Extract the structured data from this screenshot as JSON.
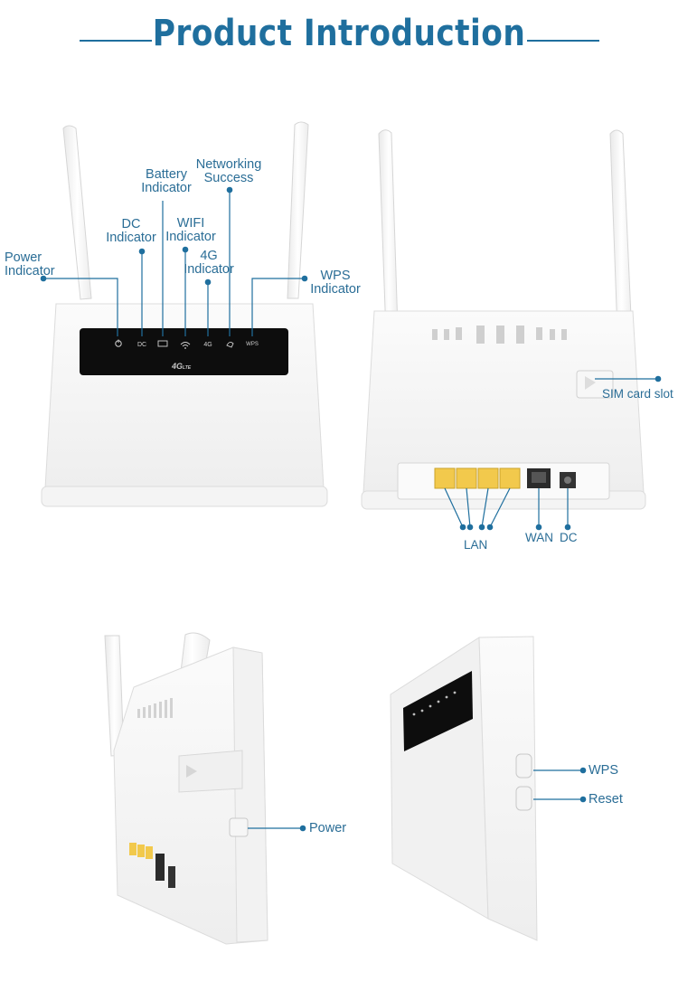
{
  "title": "Product Introduction",
  "front_labels": {
    "power": [
      "Power",
      "Indicator"
    ],
    "dc": [
      "DC",
      "Indicator"
    ],
    "battery": [
      "Battery",
      "Indicator"
    ],
    "wifi": [
      "WIFI",
      "Indicator"
    ],
    "g4": [
      "4G",
      "Indicator"
    ],
    "networking": [
      "Networking",
      "Success"
    ],
    "wps": [
      "WPS",
      "Indicator"
    ]
  },
  "panel_marks": {
    "dc": "DC",
    "g4": "4G",
    "wps": "WPS",
    "logo": "4G",
    "logo_sub": "LTE"
  },
  "back_labels": {
    "sim": "SIM card slot",
    "lan": "LAN",
    "wan": "WAN",
    "dc": "DC"
  },
  "side_labels": {
    "power": "Power",
    "wps": "WPS",
    "reset": "Reset"
  },
  "colors": {
    "accent": "#1f6f9e",
    "label": "#2a6d96",
    "panel": "#0d0d0d",
    "lan_port": "#f2c94c"
  }
}
